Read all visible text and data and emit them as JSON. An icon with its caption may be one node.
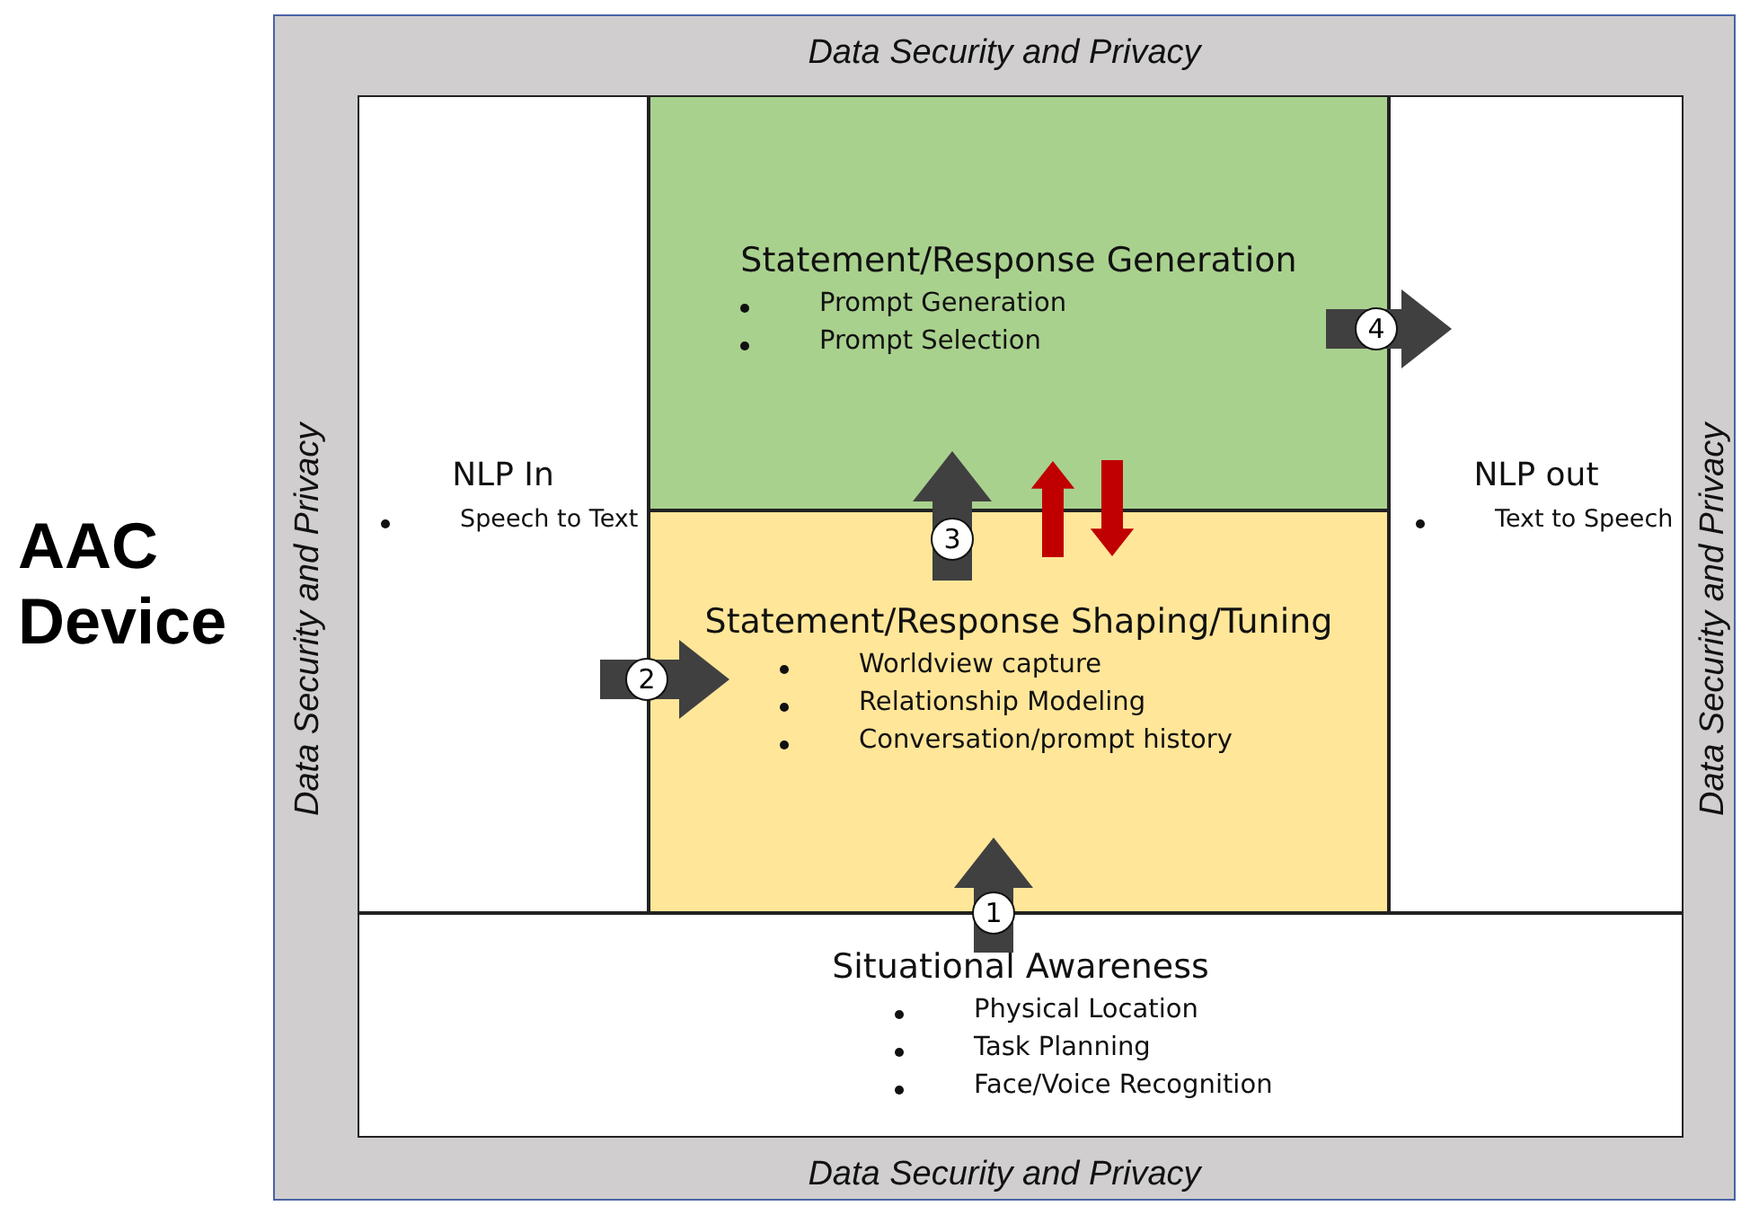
{
  "diagram": {
    "nodes": [
      {
        "text": [
          "Data Security and Privacy",
          "Data Security and Privacy",
          "Data Security and Privacy",
          "Data Security and Privacy"
        ]
      },
      {
        "text": [
          "NLP In",
          "Speech to Text"
        ],
        "in": 0
      },
      {
        "text": [
          "Statement/Response Generation",
          "Prompt Generation",
          "Prompt Selection"
        ],
        "in": 0
      },
      {
        "text": [
          "NLP out",
          "Text to Speech"
        ],
        "in": 0
      },
      {
        "text": [
          "Statement/Response Shaping/Tuning",
          "Worldview capture",
          "Relationship Modeling",
          "Conversation/prompt history"
        ],
        "in": 0
      },
      {
        "text": [
          "Situational Awareness",
          "Physical Location",
          "Task Planning",
          "Face/Voice Recognition"
        ],
        "in": 0
      }
    ],
    "edges": [
      {
        "from": 5,
        "to": 4,
        "arrow": "to",
        "label": "1"
      },
      {
        "from": 1,
        "to": 4,
        "arrow": "to",
        "label": "2"
      },
      {
        "from": 4,
        "to": 2,
        "arrow": "to",
        "label": "3"
      },
      {
        "from": 4,
        "to": 2,
        "arrow": "to",
        "color": "#c00000"
      },
      {
        "from": 2,
        "to": 4,
        "arrow": "to",
        "color": "#c00000"
      },
      {
        "from": 2,
        "to": 3,
        "arrow": "to",
        "label": "4"
      }
    ],
    "labels": [
      "AAC Device"
    ]
  }
}
